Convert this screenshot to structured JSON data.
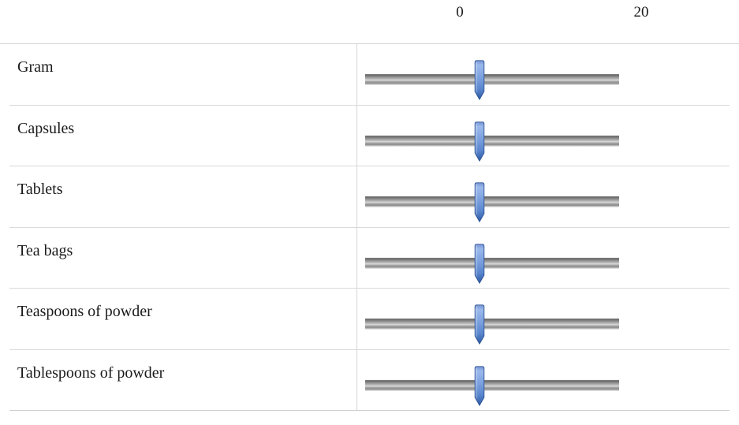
{
  "scale": {
    "low_label": "0",
    "high_label": "20",
    "min": 0,
    "max": 20,
    "thumb_value": 9
  },
  "rows": [
    {
      "label": "Gram",
      "value": 9
    },
    {
      "label": "Capsules",
      "value": 9
    },
    {
      "label": "Tablets",
      "value": 9
    },
    {
      "label": "Tea bags",
      "value": 9
    },
    {
      "label": "Teaspoons of powder",
      "value": 9
    },
    {
      "label": "Tablespoons of powder",
      "value": 9
    }
  ],
  "colors": {
    "thumb_top": "#6f8fd0",
    "thumb_mid": "#8fb0e8",
    "thumb_bottom": "#2f5ca8",
    "thumb_border": "#2d5294",
    "track_dark": "#5f5f5f",
    "track_light": "#d8d8d8",
    "rule": "#d9d9d9",
    "text": "#1a1a1a"
  }
}
